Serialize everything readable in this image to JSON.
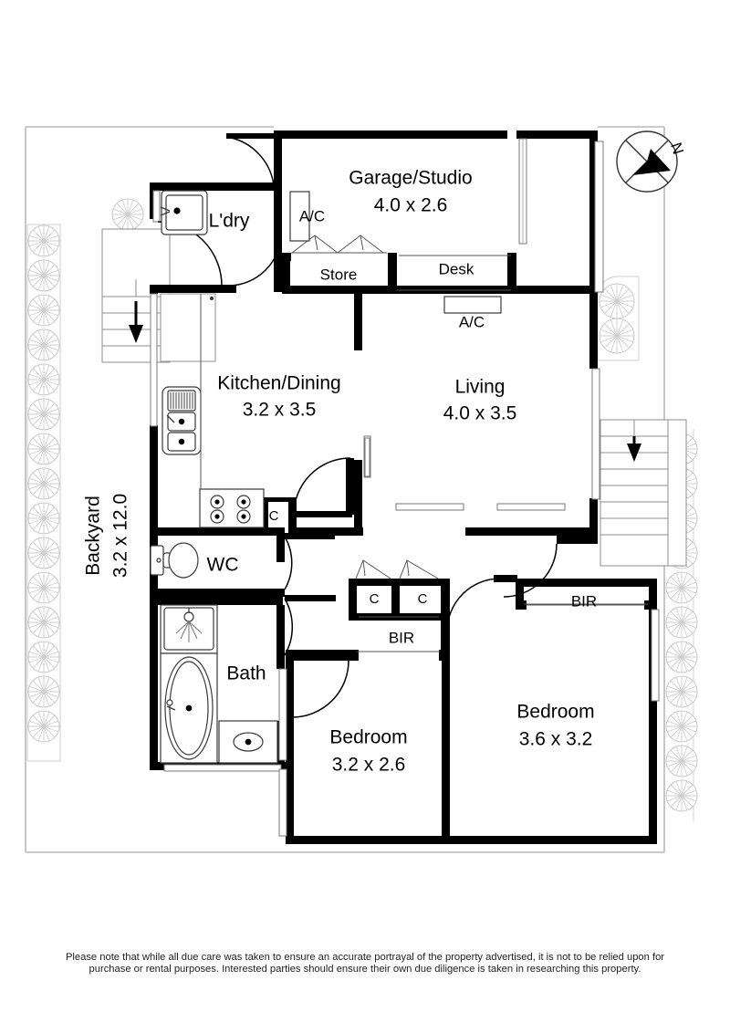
{
  "document": {
    "type": "real-estate-floor-plan",
    "disclaimer": "Please note that while all due care was taken to ensure an accurate portrayal of the property advertised, it is not to be relied upon for purchase or rental purposes. Interested parties should ensure their own due diligence is taken in researching this property."
  },
  "compass": {
    "label": "N",
    "direction": "north-east"
  },
  "rooms": [
    {
      "id": "garage",
      "name": "Garage/Studio",
      "dims": "4.0 x 2.6"
    },
    {
      "id": "living",
      "name": "Living",
      "dims": "4.0 x 3.5"
    },
    {
      "id": "kitchen",
      "name": "Kitchen/Dining",
      "dims": "3.2 x 3.5"
    },
    {
      "id": "bed1",
      "name": "Bedroom",
      "dims": "3.6 x 3.2"
    },
    {
      "id": "bed2",
      "name": "Bedroom",
      "dims": "3.2 x 2.6"
    },
    {
      "id": "backyard",
      "name": "Backyard",
      "dims": "3.2 x 12.0"
    }
  ],
  "spaces": [
    {
      "id": "laundry",
      "label": "L'dry"
    },
    {
      "id": "bath",
      "label": "Bath"
    },
    {
      "id": "wc",
      "label": "WC"
    },
    {
      "id": "store",
      "label": "Store"
    },
    {
      "id": "desk",
      "label": "Desk"
    }
  ],
  "annotations": {
    "ac_garage": "A/C",
    "ac_living": "A/C",
    "bir_bed1": "BIR",
    "bir_bed2": "BIR",
    "cupboard_kitchen": "C",
    "cupboard_hall_left": "C",
    "cupboard_hall_right": "C"
  },
  "colors": {
    "wall": "#000000",
    "background": "#ffffff",
    "boundary": "#b9b9b9",
    "fixture_outline": "#3a3a3a",
    "text": "#000000"
  }
}
